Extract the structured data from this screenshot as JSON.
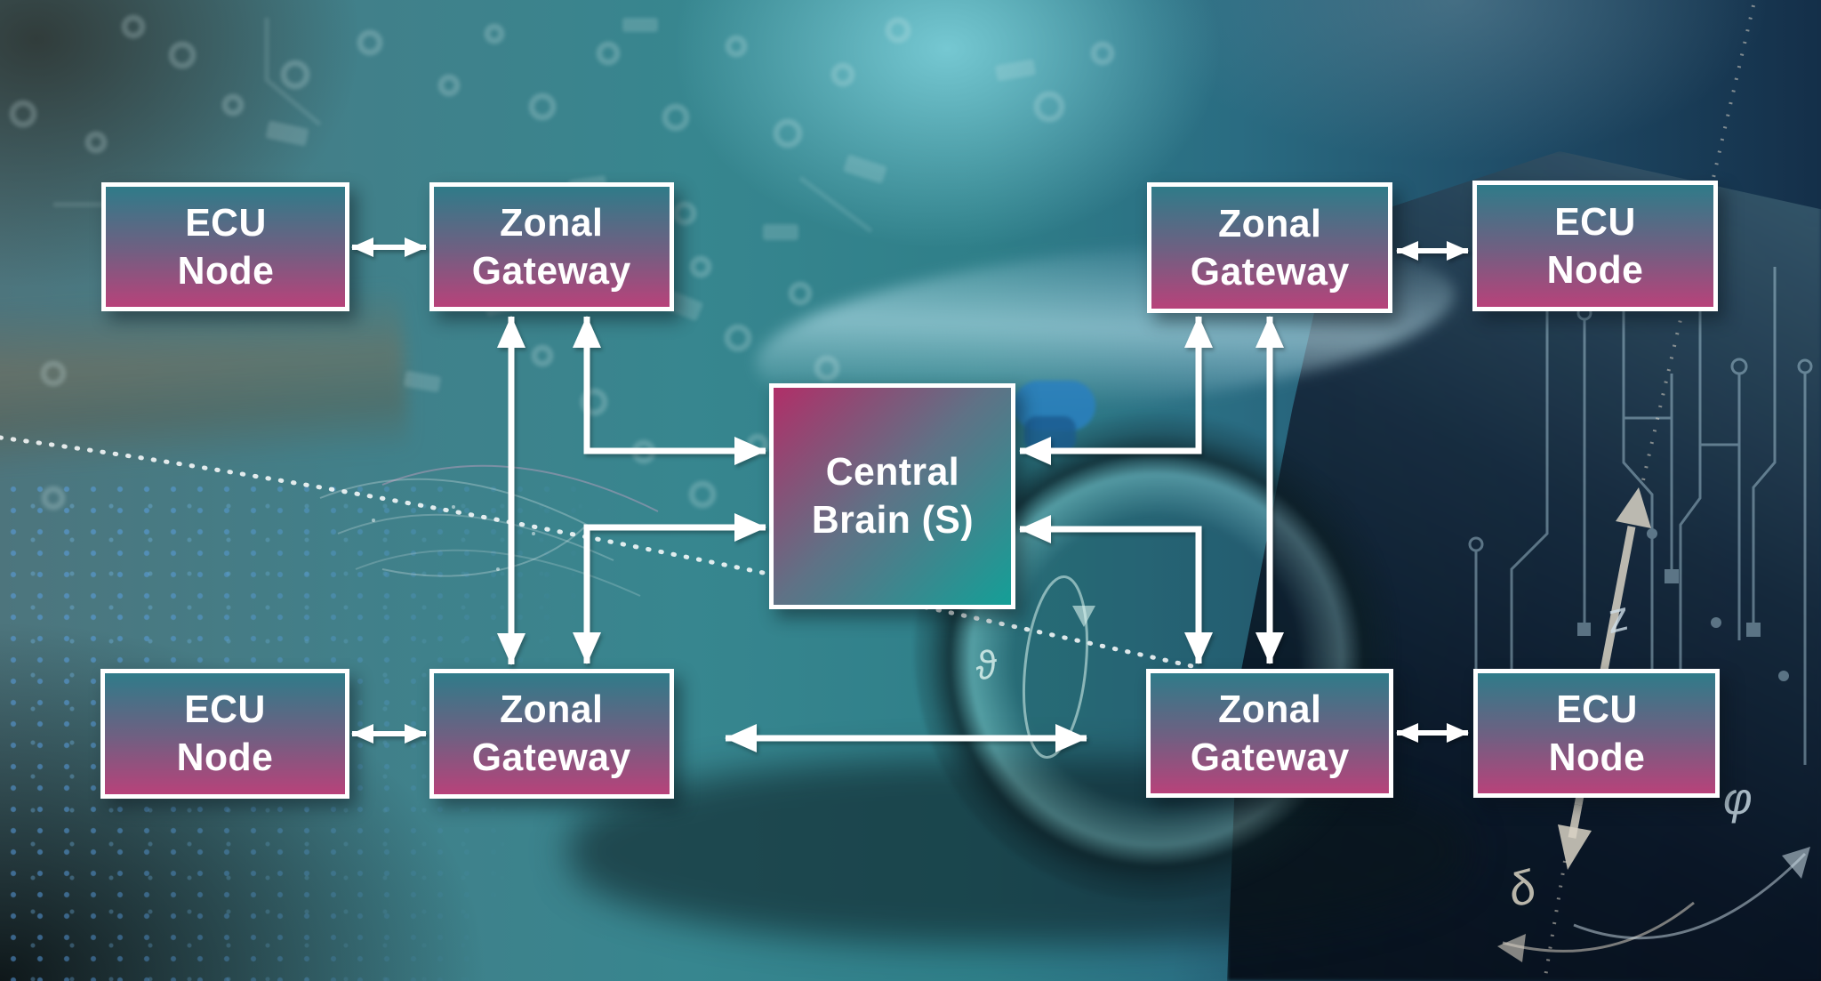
{
  "nodes": [
    {
      "id": "ecu-node-top-left",
      "label": "ECU Node",
      "lines": [
        "ECU",
        "Node"
      ]
    },
    {
      "id": "zonal-gateway-top-left",
      "label": "Zonal Gateway",
      "lines": [
        "Zonal",
        "Gateway"
      ]
    },
    {
      "id": "zonal-gateway-top-right",
      "label": "Zonal Gateway",
      "lines": [
        "Zonal",
        "Gateway"
      ]
    },
    {
      "id": "ecu-node-top-right",
      "label": "ECU Node",
      "lines": [
        "ECU",
        "Node"
      ]
    },
    {
      "id": "central-brain",
      "label": "Central Brain (S)",
      "lines": [
        "Central",
        "Brain (S)"
      ]
    },
    {
      "id": "ecu-node-bottom-left",
      "label": "ECU Node",
      "lines": [
        "ECU",
        "Node"
      ]
    },
    {
      "id": "zonal-gateway-bottom-left",
      "label": "Zonal Gateway",
      "lines": [
        "Zonal",
        "Gateway"
      ]
    },
    {
      "id": "zonal-gateway-bottom-right",
      "label": "Zonal Gateway",
      "lines": [
        "Zonal",
        "Gateway"
      ]
    },
    {
      "id": "ecu-node-bottom-right",
      "label": "ECU Node",
      "lines": [
        "ECU",
        "Node"
      ]
    }
  ],
  "connections": [
    {
      "from": "ecu-node-top-left",
      "to": "zonal-gateway-top-left",
      "type": "bidirectional"
    },
    {
      "from": "zonal-gateway-top-left",
      "to": "zonal-gateway-bottom-left",
      "type": "bidirectional"
    },
    {
      "from": "zonal-gateway-top-left",
      "to": "central-brain",
      "type": "bidirectional"
    },
    {
      "from": "central-brain",
      "to": "zonal-gateway-bottom-left",
      "type": "bidirectional"
    },
    {
      "from": "zonal-gateway-top-right",
      "to": "central-brain",
      "type": "bidirectional"
    },
    {
      "from": "zonal-gateway-top-right",
      "to": "zonal-gateway-bottom-right",
      "type": "bidirectional"
    },
    {
      "from": "central-brain",
      "to": "zonal-gateway-bottom-right",
      "type": "bidirectional"
    },
    {
      "from": "zonal-gateway-top-right",
      "to": "ecu-node-top-right",
      "type": "bidirectional"
    },
    {
      "from": "zonal-gateway-bottom-left",
      "to": "ecu-node-bottom-left",
      "type": "bidirectional"
    },
    {
      "from": "zonal-gateway-bottom-left",
      "to": "zonal-gateway-bottom-right",
      "type": "bidirectional"
    },
    {
      "from": "zonal-gateway-bottom-right",
      "to": "ecu-node-bottom-right",
      "type": "bidirectional"
    }
  ],
  "background_annotations": {
    "z_axis": "z",
    "delta": "δ",
    "phi": "φ",
    "theta": "ϑ"
  },
  "colors": {
    "node_gradient_top": "#2F7B89",
    "node_gradient_bottom": "#B8427A",
    "central_gradient_start": "#B02F68",
    "central_gradient_end": "#149F97",
    "box_border": "#FFFFFF",
    "arrow": "#FFFFFF"
  }
}
